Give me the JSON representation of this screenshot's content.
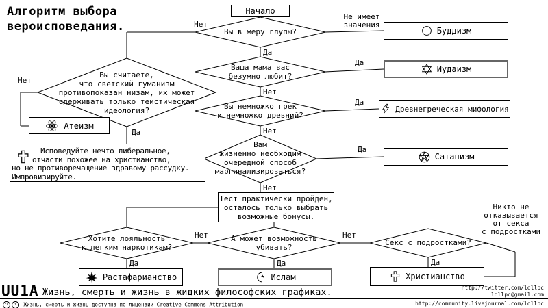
{
  "page_title": {
    "line1": "Алгоритм выбора",
    "line2": "вероисповедания."
  },
  "start": "Начало",
  "edge": {
    "yes": "Да",
    "no": "Нет"
  },
  "no_matter": {
    "l0": "Не имеет",
    "l1": "значения"
  },
  "nobody_refuses": {
    "l0": "Никто не",
    "l1": "отказывается",
    "l2": "от секса",
    "l3": "с подростками"
  },
  "decisions": {
    "stupid": {
      "l0": "Вы в меру глупы?"
    },
    "mama": {
      "l0": "Ваша мама вас",
      "l1": "безумно любит?"
    },
    "greek": {
      "l0": "Вы немножко грек",
      "l1": "и немножко древний?"
    },
    "marginal": {
      "l0": "Вам",
      "l1": "жизненно необходим",
      "l2": "очередной способ",
      "l3": "маргинализироваться?"
    },
    "humanism": {
      "l0": "Вы считаете,",
      "l1": "что светский гуманизм",
      "l2": "противопоказан низам, их может",
      "l3": "сдерживать только теистическая",
      "l4": "идеология?"
    },
    "drugs": {
      "l0": "Хотите лояльность",
      "l1": "к легким наркотикам?"
    },
    "kill": {
      "l0": "А может возможность",
      "l1": "убивать?"
    },
    "teens": {
      "l0": "Секс с подростками?"
    }
  },
  "bonus": {
    "l0": "Тест практически пройден,",
    "l1": "осталось только выбрать",
    "l2": "возможные бонусы."
  },
  "liberal": {
    "l0": "Исповедуйте нечто либеральное,",
    "l1": "отчасти похожее на христианство,",
    "l2": "но не противоречащение здравому рассудку.",
    "l3": "Импровизируйте."
  },
  "outcomes": {
    "buddhism": "Буддизм",
    "judaism": "Иудаизм",
    "greek_myth": "Древнегреческая мифология",
    "satanism": "Сатанизм",
    "atheism": "Атеизм",
    "rastafarianism": "Растафарианство",
    "islam": "Ислам",
    "christianity": "Христианство"
  },
  "footer": {
    "logo": "UU1A",
    "series_title": "Жизнь, смерть и жизнь в жидких философских графиках.",
    "license": "Жизнь, смерть и жизнь доступна по лицензии Creative Commons Attribution",
    "twitter": "http://twitter.com/ldllpc",
    "email": "ldllpc@gmail.com",
    "livejournal": "http://community.livejournal.com/ldllpc"
  },
  "colors": {
    "ink": "#000000",
    "paper": "#ffffff"
  }
}
